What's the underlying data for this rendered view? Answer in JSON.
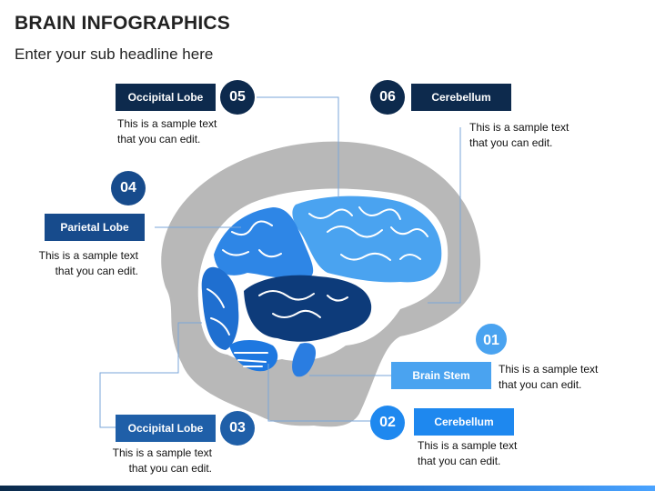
{
  "header": {
    "title": "BRAIN INFOGRAPHICS",
    "subtitle": "Enter your sub headline here"
  },
  "colors": {
    "navy": "#0d2a4d",
    "medium": "#1f5fa8",
    "light": "#4aa3f0",
    "bright": "#1e90ff",
    "gray": "#b8b8b8"
  },
  "items": [
    {
      "number": "05",
      "label": "Occipital Lobe",
      "line1": "This is a sample text",
      "line2": "that you can edit."
    },
    {
      "number": "06",
      "label": "Cerebellum",
      "line1": "This is a sample text",
      "line2": "that you can edit."
    },
    {
      "number": "04",
      "label": "Parietal Lobe",
      "line1": "This is a sample text",
      "line2": "that you can edit."
    },
    {
      "number": "01",
      "label": "Brain Stem",
      "line1": "This is a sample text",
      "line2": "that you can edit."
    },
    {
      "number": "03",
      "label": "Occipital Lobe",
      "line1": "This is a sample text",
      "line2": "that you can edit."
    },
    {
      "number": "02",
      "label": "Cerebellum",
      "line1": "This is a sample text",
      "line2": "that you can edit."
    }
  ]
}
